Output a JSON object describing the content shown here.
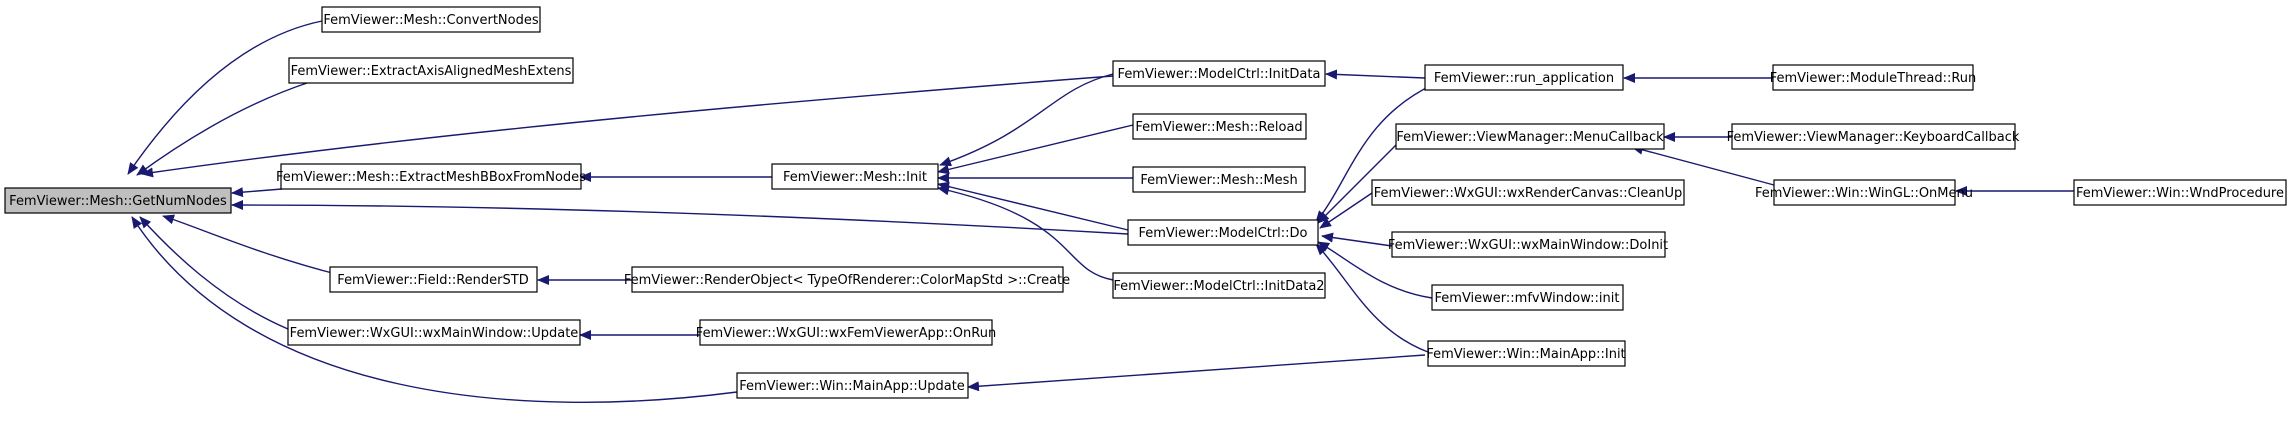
{
  "colors": {
    "edge": "#191970",
    "box_border": "#000000",
    "box_fill": "#ffffff",
    "highlight_fill": "#bfbfbf",
    "background": "#ffffff"
  },
  "nodes": [
    {
      "id": "n0",
      "label": "FemViewer::Mesh::GetNumNodes",
      "highlight": true
    },
    {
      "id": "n1",
      "label": "FemViewer::Mesh::ConvertNodes"
    },
    {
      "id": "n2",
      "label": "FemViewer::ExtractAxisAlignedMeshExtens"
    },
    {
      "id": "n3",
      "label": "FemViewer::Mesh::ExtractMeshBBoxFromNodes"
    },
    {
      "id": "n4",
      "label": "FemViewer::Field::RenderSTD"
    },
    {
      "id": "n5",
      "label": "FemViewer::WxGUI::wxMainWindow::Update"
    },
    {
      "id": "n6",
      "label": "FemViewer::Win::MainApp::Update"
    },
    {
      "id": "n7",
      "label": "FemViewer::Mesh::Init"
    },
    {
      "id": "n8",
      "label": "FemViewer::RenderObject< TypeOfRenderer::ColorMapStd >::Create"
    },
    {
      "id": "n9",
      "label": "FemViewer::WxGUI::wxFemViewerApp::OnRun"
    },
    {
      "id": "n10",
      "label": "FemViewer::ModelCtrl::InitData"
    },
    {
      "id": "n11",
      "label": "FemViewer::Mesh::Reload"
    },
    {
      "id": "n12",
      "label": "FemViewer::Mesh::Mesh"
    },
    {
      "id": "n13",
      "label": "FemViewer::ModelCtrl::Do"
    },
    {
      "id": "n14",
      "label": "FemViewer::ModelCtrl::InitData2"
    },
    {
      "id": "n15",
      "label": "FemViewer::run_application"
    },
    {
      "id": "n16",
      "label": "FemViewer::ViewManager::MenuCallback"
    },
    {
      "id": "n17",
      "label": "FemViewer::WxGUI::wxRenderCanvas::CleanUp"
    },
    {
      "id": "n18",
      "label": "FemViewer::WxGUI::wxMainWindow::DoInit"
    },
    {
      "id": "n19",
      "label": "FemViewer::mfvWindow::init"
    },
    {
      "id": "n20",
      "label": "FemViewer::Win::MainApp::Init"
    },
    {
      "id": "n21",
      "label": "FemViewer::ModuleThread::Run"
    },
    {
      "id": "n22",
      "label": "FemViewer::ViewManager::KeyboardCallback"
    },
    {
      "id": "n23",
      "label": "FemViewer::Win::WinGL::OnMenu"
    },
    {
      "id": "n24",
      "label": "FemViewer::Win::WndProcedure"
    }
  ]
}
